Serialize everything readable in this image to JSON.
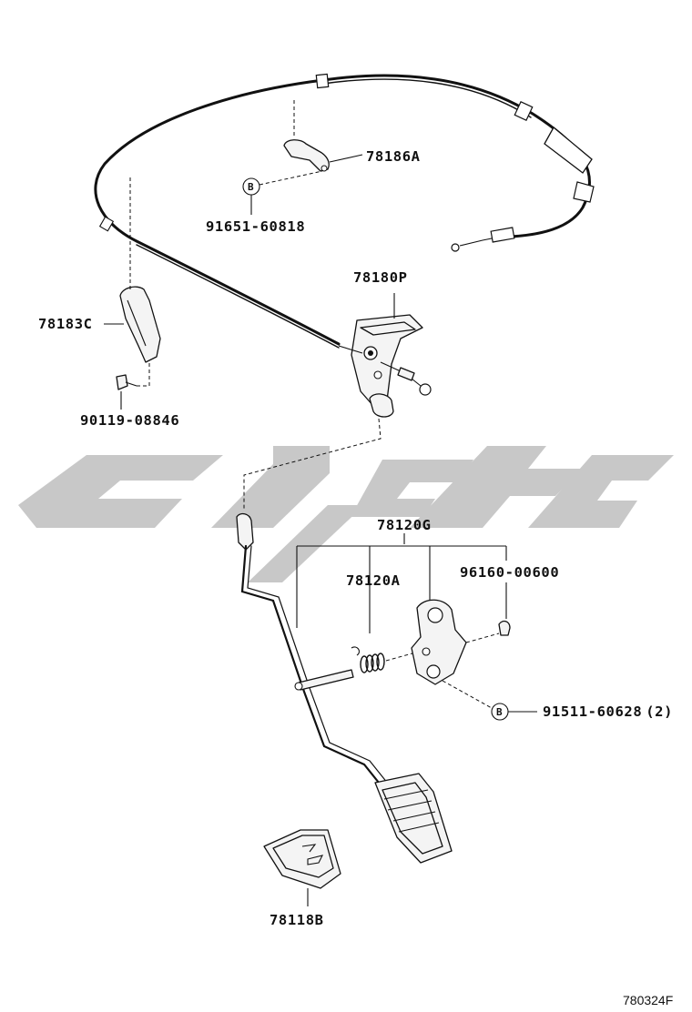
{
  "parts": {
    "p78186A": "78186A",
    "p91651": "91651-60818",
    "p78180P": "78180P",
    "p78183C": "78183C",
    "p90119": "90119-08846",
    "p78120G": "78120G",
    "p78120A": "78120A",
    "p96160": "96160-00600",
    "p91511": "91511-60628",
    "p91511_qty": "(2)",
    "p78118B": "78118B"
  },
  "callouts": {
    "b_upper": "B",
    "b_lower": "B"
  },
  "figure_code": "780324F",
  "watermark_color": "#c8c8c8"
}
